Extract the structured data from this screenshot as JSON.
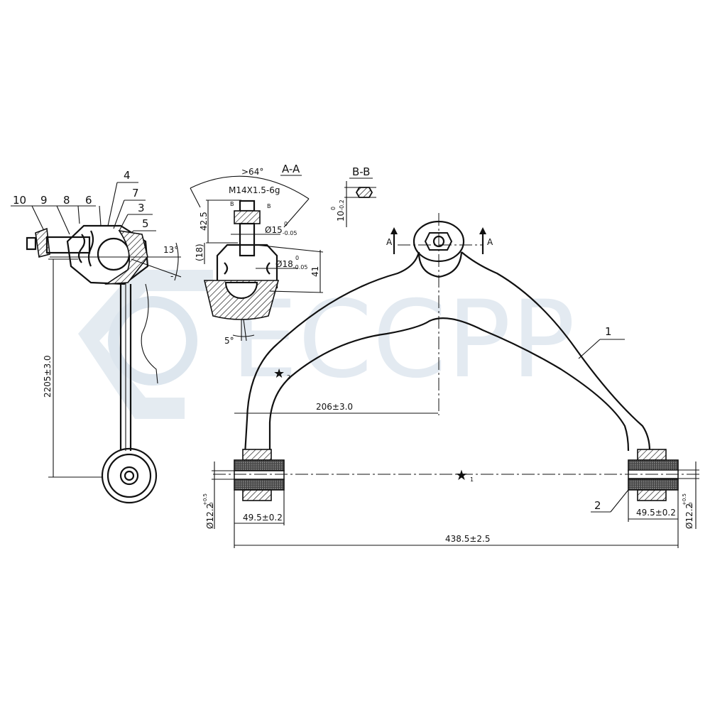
{
  "watermark": {
    "text": "ECCPP",
    "color": "#dde6ee"
  },
  "side_view": {
    "part_labels": [
      "10",
      "9",
      "8",
      "6",
      "4",
      "7",
      "3",
      "5"
    ],
    "angle": "13°",
    "angle_minus": "-",
    "length_dim": "2205±3.0"
  },
  "section_aa": {
    "title": "A-A",
    "angle": ">64°",
    "thread": "M14X1.5-6g",
    "b_mark": "B",
    "height_dim": "42.5",
    "ref_dim": "(18)",
    "dia15": "Ø15",
    "dia15_tol_upper": "0",
    "dia15_tol_lower": "-0.05",
    "dia18": "Ø18",
    "dia18_tol_upper": "0",
    "dia18_tol_lower": "-0.05",
    "dim41": "41",
    "tilt": "5°"
  },
  "section_bb": {
    "title": "B-B",
    "dim": "10",
    "dim_tol_upper": "0",
    "dim_tol_lower": "-0.2"
  },
  "main_view": {
    "section_mark": "A",
    "label_arm": "1",
    "label_bushing": "2",
    "star1_sub": "1",
    "star2_sub": "2",
    "offset_dim": "206±3.0",
    "bushing_width_left": "49.5±0.2",
    "bushing_width_right": "49.5±0.2",
    "overall_dim": "438.5±2.5",
    "bore_dia": "Ø12.2",
    "bore_tol_upper": "+0.5",
    "bore_tol_lower": "0"
  }
}
